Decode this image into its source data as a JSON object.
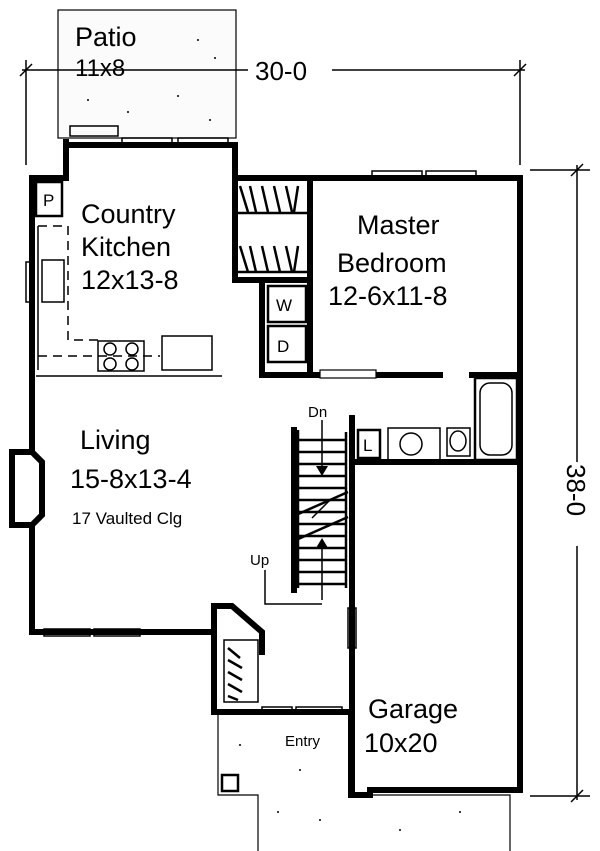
{
  "rooms": {
    "patio": {
      "name": "Patio",
      "size": "11x8"
    },
    "kitchen": {
      "name_line1": "Country",
      "name_line2": "Kitchen",
      "size": "12x13-8"
    },
    "master": {
      "name_line1": "Master",
      "name_line2": "Bedroom",
      "size": "12-6x11-8"
    },
    "living": {
      "name": "Living",
      "size": "15-8x13-4",
      "note": "17 Vaulted Clg"
    },
    "garage": {
      "name": "Garage",
      "size": "10x20"
    },
    "entry": {
      "name": "Entry"
    }
  },
  "dimensions": {
    "width": "30-0",
    "depth": "38-0"
  },
  "fixtures": {
    "pantry": "P",
    "washer": "W",
    "dryer": "D",
    "linen": "L",
    "stair_down": "Dn",
    "stair_up": "Up"
  }
}
